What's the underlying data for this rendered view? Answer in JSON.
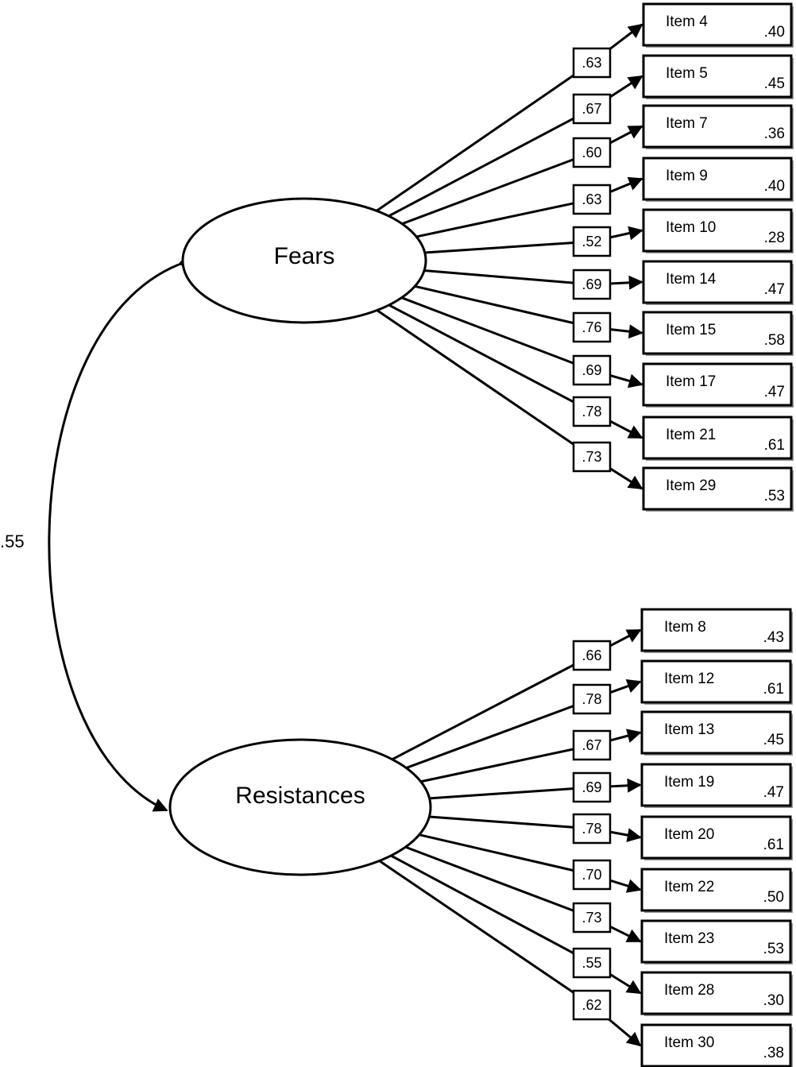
{
  "correlation": ".55",
  "factors": [
    {
      "name": "Fears",
      "items": [
        {
          "label": "Item 4",
          "loading": ".63",
          "r2": ".40"
        },
        {
          "label": "Item 5",
          "loading": ".67",
          "r2": ".45"
        },
        {
          "label": "Item 7",
          "loading": ".60",
          "r2": ".36"
        },
        {
          "label": "Item 9",
          "loading": ".63",
          "r2": ".40"
        },
        {
          "label": "Item 10",
          "loading": ".52",
          "r2": ".28"
        },
        {
          "label": "Item 14",
          "loading": ".69",
          "r2": ".47"
        },
        {
          "label": "Item 15",
          "loading": ".76",
          "r2": ".58"
        },
        {
          "label": "Item 17",
          "loading": ".69",
          "r2": ".47"
        },
        {
          "label": "Item 21",
          "loading": ".78",
          "r2": ".61"
        },
        {
          "label": "Item 29",
          "loading": ".73",
          "r2": ".53"
        }
      ]
    },
    {
      "name": "Resistances",
      "items": [
        {
          "label": "Item 8",
          "loading": ".66",
          "r2": ".43"
        },
        {
          "label": "Item 12",
          "loading": ".78",
          "r2": ".61"
        },
        {
          "label": "Item 13",
          "loading": ".67",
          "r2": ".45"
        },
        {
          "label": "Item 19",
          "loading": ".69",
          "r2": ".47"
        },
        {
          "label": "Item 20",
          "loading": ".78",
          "r2": ".61"
        },
        {
          "label": "Item 22",
          "loading": ".70",
          "r2": ".50"
        },
        {
          "label": "Item 23",
          "loading": ".73",
          "r2": ".53"
        },
        {
          "label": "Item 28",
          "loading": ".55",
          "r2": ".30"
        },
        {
          "label": "Item 30",
          "loading": ".62",
          "r2": ".38"
        }
      ]
    }
  ]
}
